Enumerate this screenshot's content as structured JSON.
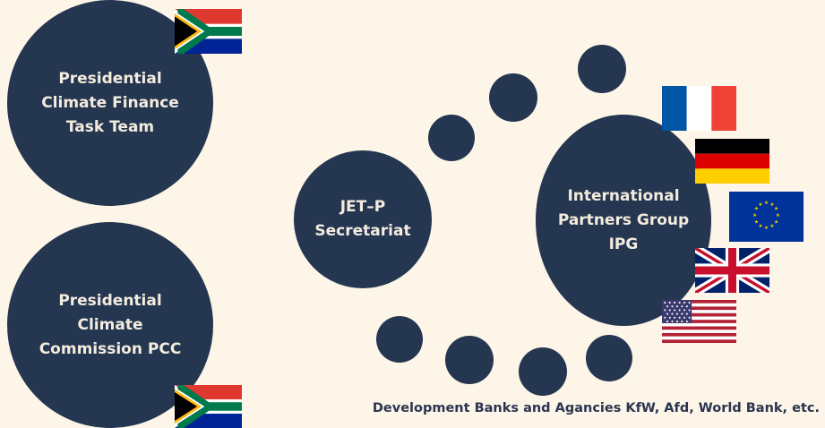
{
  "nodes": {
    "pcftt": "Presidential\nClimate Finance\nTask Team",
    "pcc": "Presidential\nClimate\nCommission PCC",
    "jetp": "JET–P\nSecretariat",
    "ipg": "International\nPartners Group\nIPG"
  },
  "footer": {
    "text": "Development Banks and Agancies KfW, Afd, World Bank, etc."
  },
  "flags": [
    "south-africa",
    "france",
    "germany",
    "european-union",
    "united-kingdom",
    "united-states"
  ],
  "colors": {
    "background": "#fdf5e8",
    "circle": "#253650",
    "circle_text": "#f3ecdf"
  }
}
